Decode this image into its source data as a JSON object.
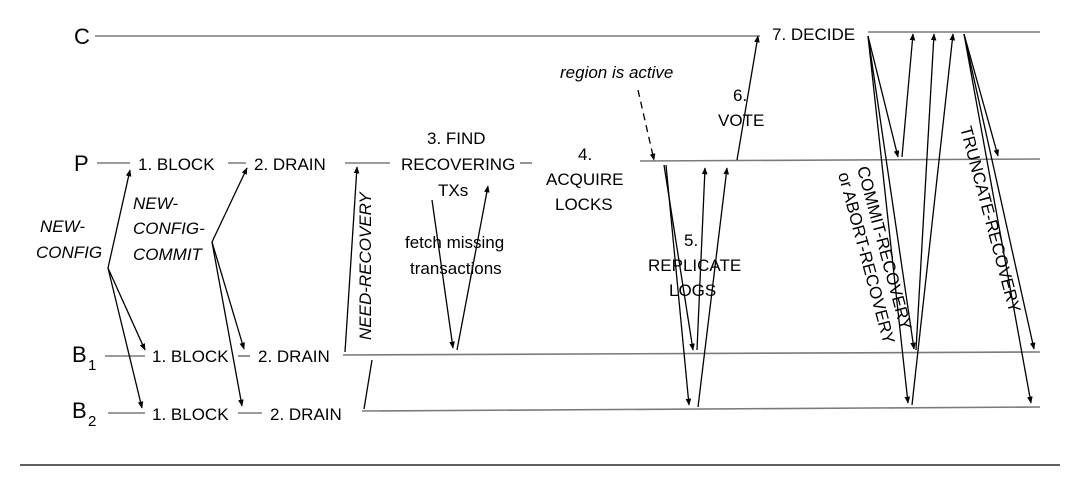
{
  "diagram": {
    "axis": {
      "c": "C",
      "p": "P",
      "b1_main": "B",
      "b1_sub": "1",
      "b2_main": "B",
      "b2_sub": "2"
    },
    "steps": {
      "block": "1. BLOCK",
      "drain": "2. DRAIN",
      "find_1": "3. FIND",
      "find_2": "RECOVERING",
      "find_3": "TXs",
      "acquire_1": "4.",
      "acquire_2": "ACQUIRE",
      "acquire_3": "LOCKS",
      "replicate_1": "5.",
      "replicate_2": "REPLICATE",
      "replicate_3": "LOGS",
      "vote_1": "6.",
      "vote_2": "VOTE",
      "decide": "7. DECIDE"
    },
    "messages": {
      "new_config_1": "NEW-",
      "new_config_2": "CONFIG",
      "new_config_commit_1": "NEW-",
      "new_config_commit_2": "CONFIG-",
      "new_config_commit_3": "COMMIT",
      "need_recovery": "NEED-RECOVERY",
      "fetch_1": "fetch missing",
      "fetch_2": "transactions",
      "region_active": "region is active",
      "commit_recovery": "COMMIT-RECOVERY",
      "abort_recovery": "or ABORT-RECOVERY",
      "truncate_recovery": "TRUNCATE-RECOVERY"
    }
  }
}
